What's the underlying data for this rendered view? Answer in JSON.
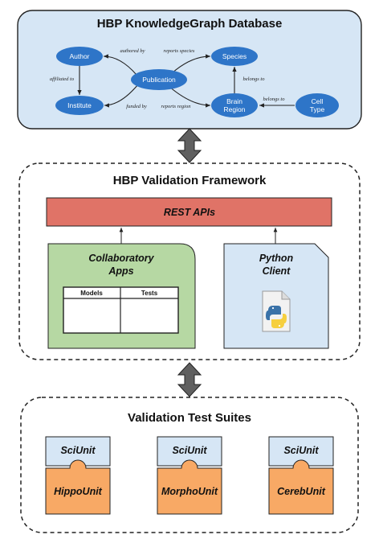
{
  "knowledge_graph": {
    "title": "HBP KnowledgeGraph Database",
    "nodes": {
      "author": "Author",
      "institute": "Institute",
      "publication": "Publication",
      "species": "Species",
      "brain_region": [
        "Brain",
        "Region"
      ],
      "cell_type": [
        "Cell",
        "Type"
      ]
    },
    "edges": {
      "authored_by": "authored by",
      "reports_species": "reports species",
      "affiliated_to": "affiliated to",
      "funded_by": "funded by",
      "reports_region": "reports region",
      "belongs_to_species": "belongs to",
      "belongs_to_region": "belongs to"
    },
    "colors": {
      "panel": "#d6e6f5",
      "node": "#2e75c8",
      "edge": "#222222"
    }
  },
  "validation_framework": {
    "title": "HBP Validation Framework",
    "rest_apis": "REST APIs",
    "collab": {
      "title": [
        "Collaboratory",
        "Apps"
      ],
      "table_headers": [
        "Models",
        "Tests"
      ]
    },
    "python": {
      "title": [
        "Python",
        "Client"
      ]
    },
    "colors": {
      "rest": "#e07367",
      "collab": "#b6d8a3",
      "python": "#d6e6f5"
    }
  },
  "test_suites": {
    "title": "Validation Test Suites",
    "suites": [
      {
        "top": "SciUnit",
        "bottom": "HippoUnit"
      },
      {
        "top": "SciUnit",
        "bottom": "MorphoUnit"
      },
      {
        "top": "SciUnit",
        "bottom": "CerebUnit"
      }
    ],
    "colors": {
      "top": "#d6e6f5",
      "bottom": "#f8a965"
    }
  }
}
